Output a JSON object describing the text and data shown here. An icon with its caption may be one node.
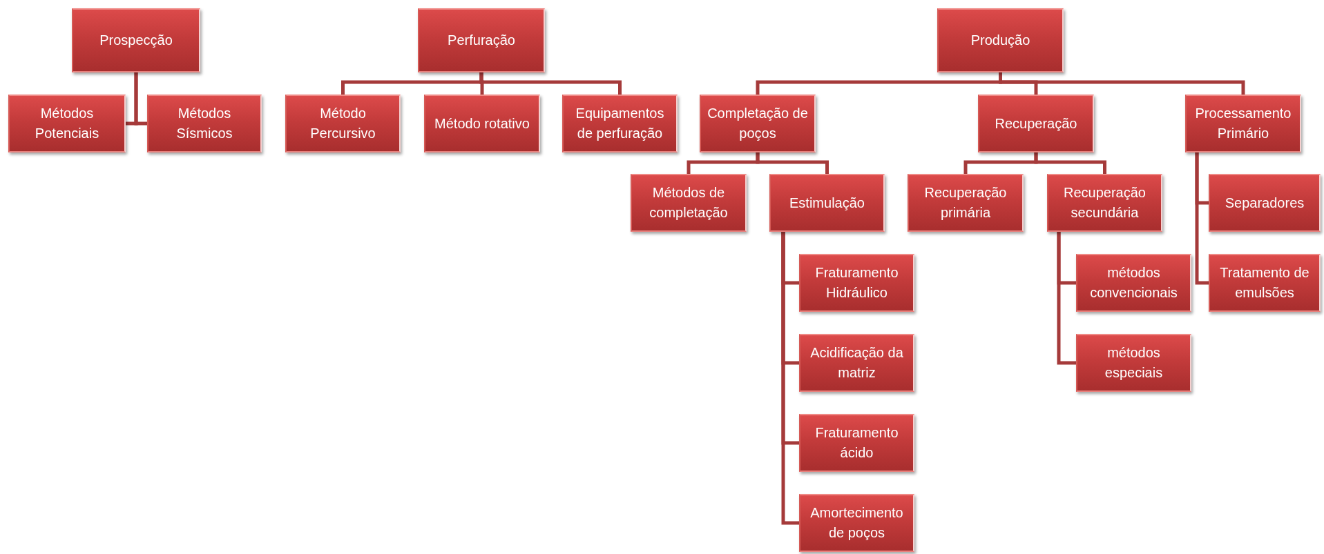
{
  "diagram": {
    "nodes": [
      {
        "text": [
          "Prospecção"
        ]
      },
      {
        "text": [
          "Perfuração"
        ]
      },
      {
        "text": [
          "Produção"
        ]
      },
      {
        "text": [
          "Métodos Potenciais"
        ]
      },
      {
        "text": [
          "Métodos Sísmicos"
        ]
      },
      {
        "text": [
          "Método Percursivo"
        ]
      },
      {
        "text": [
          "Método rotativo"
        ]
      },
      {
        "text": [
          "Equipamentos de perfuração"
        ]
      },
      {
        "text": [
          "Completação de poços"
        ]
      },
      {
        "text": [
          "Recuperação"
        ]
      },
      {
        "text": [
          "Processamento Primário"
        ]
      },
      {
        "text": [
          "Métodos de completação"
        ]
      },
      {
        "text": [
          "Estimulação"
        ]
      },
      {
        "text": [
          "Recuperação primária"
        ]
      },
      {
        "text": [
          "Recuperação secundária"
        ]
      },
      {
        "text": [
          "Separadores"
        ]
      },
      {
        "text": [
          "Fraturamento Hidráulico"
        ]
      },
      {
        "text": [
          "métodos convencionais"
        ]
      },
      {
        "text": [
          "Tratamento de emulsões"
        ]
      },
      {
        "text": [
          "Acidificação da matriz"
        ]
      },
      {
        "text": [
          "métodos especiais"
        ]
      },
      {
        "text": [
          "Fraturamento ácido"
        ]
      },
      {
        "text": [
          "Amortecimento de poços"
        ]
      }
    ],
    "edges": [
      {
        "from": 0,
        "to": 3,
        "arrow": "none"
      },
      {
        "from": 0,
        "to": 4,
        "arrow": "none"
      },
      {
        "from": 1,
        "to": 5,
        "arrow": "none"
      },
      {
        "from": 1,
        "to": 6,
        "arrow": "none"
      },
      {
        "from": 1,
        "to": 7,
        "arrow": "none"
      },
      {
        "from": 2,
        "to": 8,
        "arrow": "none"
      },
      {
        "from": 2,
        "to": 9,
        "arrow": "none"
      },
      {
        "from": 2,
        "to": 10,
        "arrow": "none"
      },
      {
        "from": 8,
        "to": 11,
        "arrow": "none"
      },
      {
        "from": 8,
        "to": 12,
        "arrow": "none"
      },
      {
        "from": 9,
        "to": 13,
        "arrow": "none"
      },
      {
        "from": 9,
        "to": 14,
        "arrow": "none"
      },
      {
        "from": 10,
        "to": 15,
        "arrow": "none"
      },
      {
        "from": 10,
        "to": 18,
        "arrow": "none"
      },
      {
        "from": 12,
        "to": 16,
        "arrow": "none"
      },
      {
        "from": 12,
        "to": 19,
        "arrow": "none"
      },
      {
        "from": 12,
        "to": 21,
        "arrow": "none"
      },
      {
        "from": 12,
        "to": 22,
        "arrow": "none"
      },
      {
        "from": 14,
        "to": 17,
        "arrow": "none"
      },
      {
        "from": 14,
        "to": 20,
        "arrow": "none"
      }
    ]
  }
}
